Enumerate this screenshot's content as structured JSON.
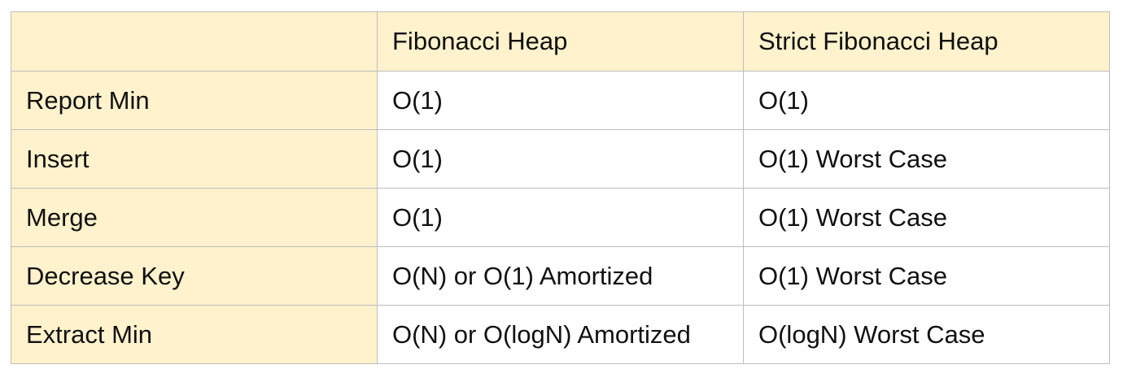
{
  "table": {
    "headers": [
      "",
      "Fibonacci Heap",
      "Strict Fibonacci Heap"
    ],
    "rows": [
      {
        "operation": "Report Min",
        "fibonacci": "O(1)",
        "strict": "O(1)"
      },
      {
        "operation": "Insert",
        "fibonacci": "O(1)",
        "strict": "O(1) Worst Case"
      },
      {
        "operation": "Merge",
        "fibonacci": "O(1)",
        "strict": "O(1) Worst Case"
      },
      {
        "operation": "Decrease Key",
        "fibonacci": "O(N) or O(1) Amortized",
        "strict": "O(1) Worst Case"
      },
      {
        "operation": "Extract Min",
        "fibonacci": "O(N) or O(logN) Amortized",
        "strict": "O(logN) Worst Case"
      }
    ]
  },
  "colors": {
    "header_fill": "#fff2cc",
    "cell_fill": "#ffffff",
    "border": "#bdbdbd",
    "text": "#111111"
  }
}
